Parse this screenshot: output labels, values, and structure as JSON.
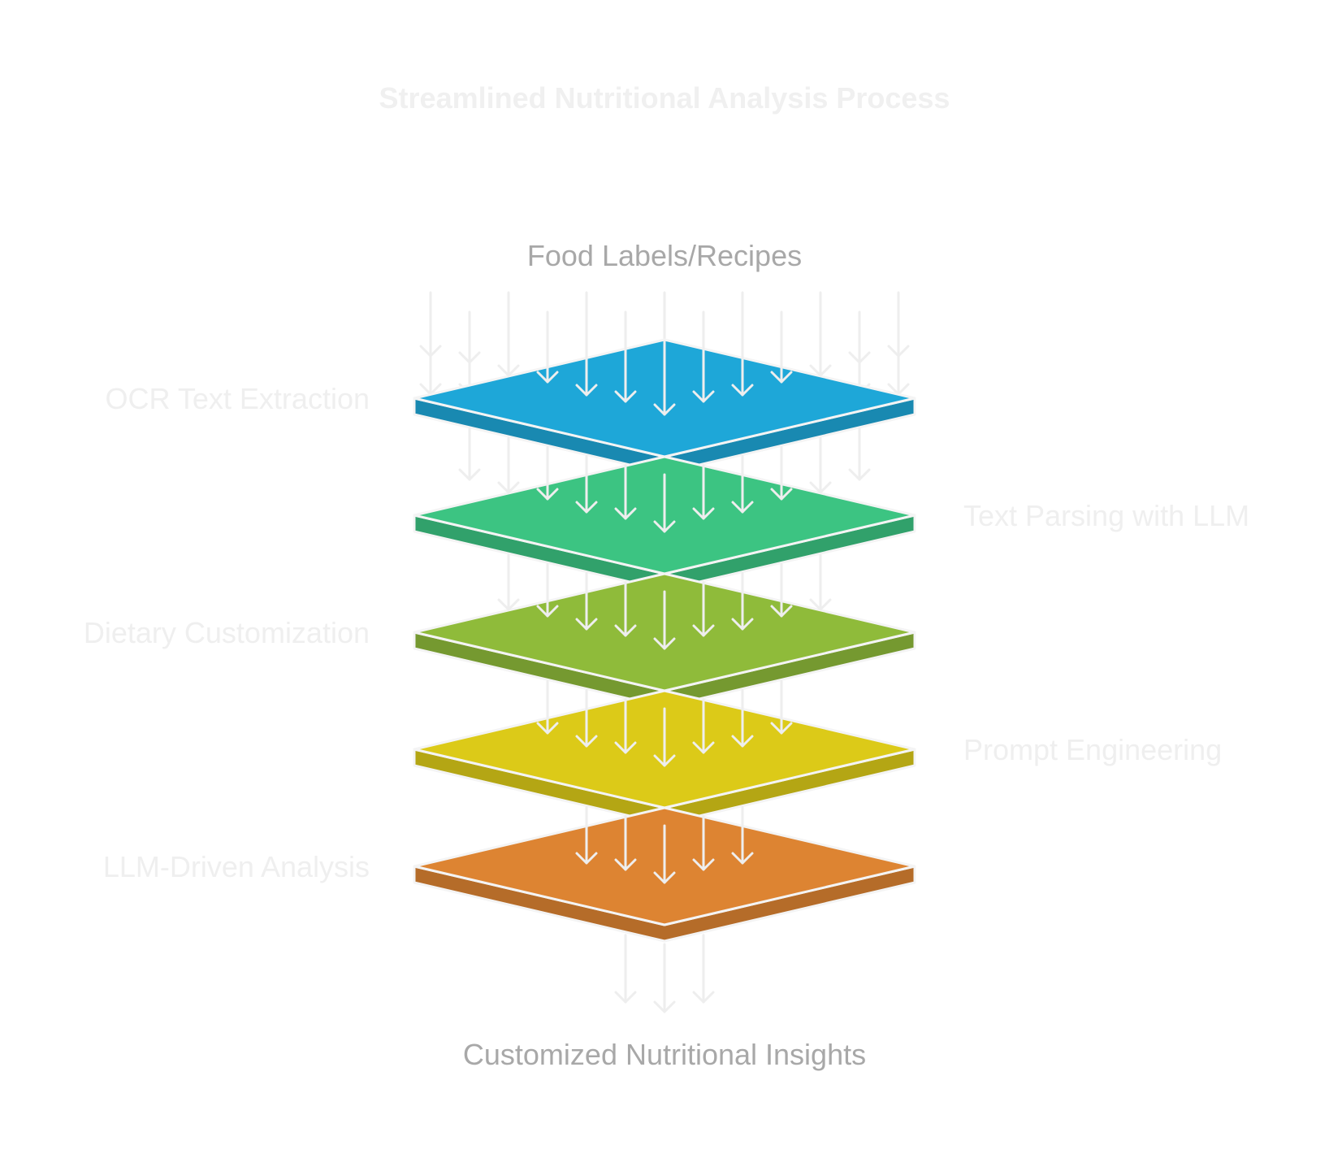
{
  "title": "Streamlined Nutritional Analysis Process",
  "input_label": "Food Labels/Recipes",
  "output_label": "Customized Nutritional Insights",
  "stages": [
    {
      "label": "OCR Text Extraction",
      "side": "left",
      "color": "#1EA7D8"
    },
    {
      "label": "Text Parsing with LLM",
      "side": "right",
      "color": "#3CC482"
    },
    {
      "label": "Dietary Customization",
      "side": "left",
      "color": "#8FBB3A"
    },
    {
      "label": "Prompt Engineering",
      "side": "right",
      "color": "#DCCA18"
    },
    {
      "label": "LLM-Driven Analysis",
      "side": "left",
      "color": "#DD8432"
    }
  ],
  "colors": {
    "title": "#f0f0f0",
    "io_label": "#a8a8a8",
    "stage_label": "#efefef",
    "arrow": "#eeeeee",
    "plate_edge": "#f4f4f4"
  }
}
